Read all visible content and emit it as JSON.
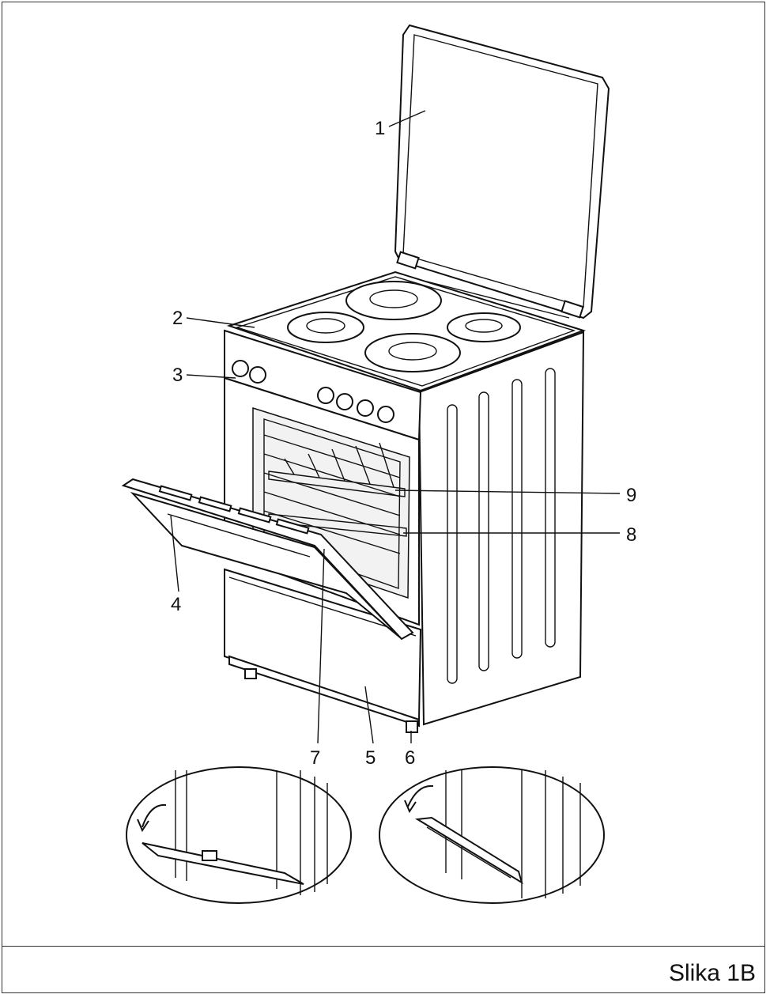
{
  "caption": "Slika 1B",
  "callouts": [
    {
      "id": "1",
      "label": "1"
    },
    {
      "id": "2",
      "label": "2"
    },
    {
      "id": "3",
      "label": "3"
    },
    {
      "id": "4",
      "label": "4"
    },
    {
      "id": "5",
      "label": "5"
    },
    {
      "id": "6",
      "label": "6"
    },
    {
      "id": "7",
      "label": "7"
    },
    {
      "id": "8",
      "label": "8"
    },
    {
      "id": "9",
      "label": "9"
    }
  ]
}
